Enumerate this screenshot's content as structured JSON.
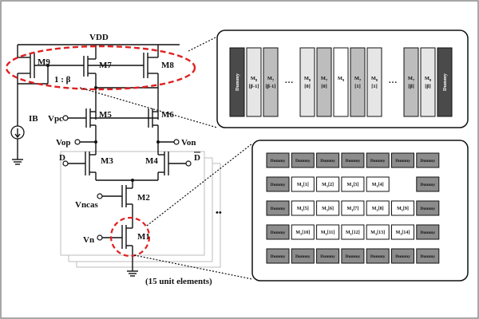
{
  "labels": {
    "vdd": "VDD",
    "ib": "IB",
    "ratio": "1 : β",
    "m9": "M9",
    "m7": "M7",
    "m8": "M8",
    "m5": "M5",
    "m6": "M6",
    "m3": "M3",
    "m4": "M4",
    "m2": "M2",
    "m1": "M1",
    "vpc": "Vpc",
    "vop": "Vop",
    "von": "Von",
    "d": "D",
    "dbar": "D",
    "vncas": "Vncas",
    "vn": "Vn",
    "unit_elements": "(15 unit elements)",
    "ellipsis": "••"
  },
  "top_array": {
    "columns": [
      {
        "main": "Dummy",
        "sub": "",
        "kind": "dark"
      },
      {
        "main": "M8",
        "sub": "[β-1]",
        "kind": "light"
      },
      {
        "main": "M7",
        "sub": "[β-1]",
        "kind": "mid"
      },
      {
        "main": "…",
        "sub": "",
        "kind": "gap"
      },
      {
        "main": "M8",
        "sub": "[0]",
        "kind": "light"
      },
      {
        "main": "M7",
        "sub": "[0]",
        "kind": "mid"
      },
      {
        "main": "M9",
        "sub": "",
        "kind": "white"
      },
      {
        "main": "M7",
        "sub": "[1]",
        "kind": "mid"
      },
      {
        "main": "M8",
        "sub": "[1]",
        "kind": "light"
      },
      {
        "main": "…",
        "sub": "",
        "kind": "gap"
      },
      {
        "main": "M7",
        "sub": "[β]",
        "kind": "mid"
      },
      {
        "main": "M8",
        "sub": "[β]",
        "kind": "light"
      },
      {
        "main": "Dummy",
        "sub": "",
        "kind": "dark"
      }
    ]
  },
  "bottom_array": {
    "rows": [
      [
        "Dummy",
        "Dummy",
        "Dummy",
        "Dummy",
        "Dummy",
        "Dummy",
        "Dummy"
      ],
      [
        "Dummy",
        "M1[1]",
        "M1[2]",
        "M1[3]",
        "M1[4]",
        "Dummy"
      ],
      [
        "Dummy",
        "M1[5]",
        "M1[6]",
        "M1[7]",
        "M1[8]",
        "M1[9]",
        "Dummy"
      ],
      [
        "Dummy",
        "M1[10]",
        "M1[11]",
        "M1[12]",
        "M1[13]",
        "M1[14]",
        "Dummy"
      ],
      [
        "Dummy",
        "Dummy",
        "Dummy",
        "Dummy",
        "Dummy",
        "Dummy",
        "Dummy"
      ]
    ]
  },
  "colors": {
    "dashed_highlight": "#e02020",
    "dummy_fill": "#8c8c8c",
    "dark_dummy_fill": "#4a4a4a",
    "mid_fill": "#bdbdbd",
    "light_fill": "#e6e6e6",
    "frame": "#8a8a8a"
  }
}
